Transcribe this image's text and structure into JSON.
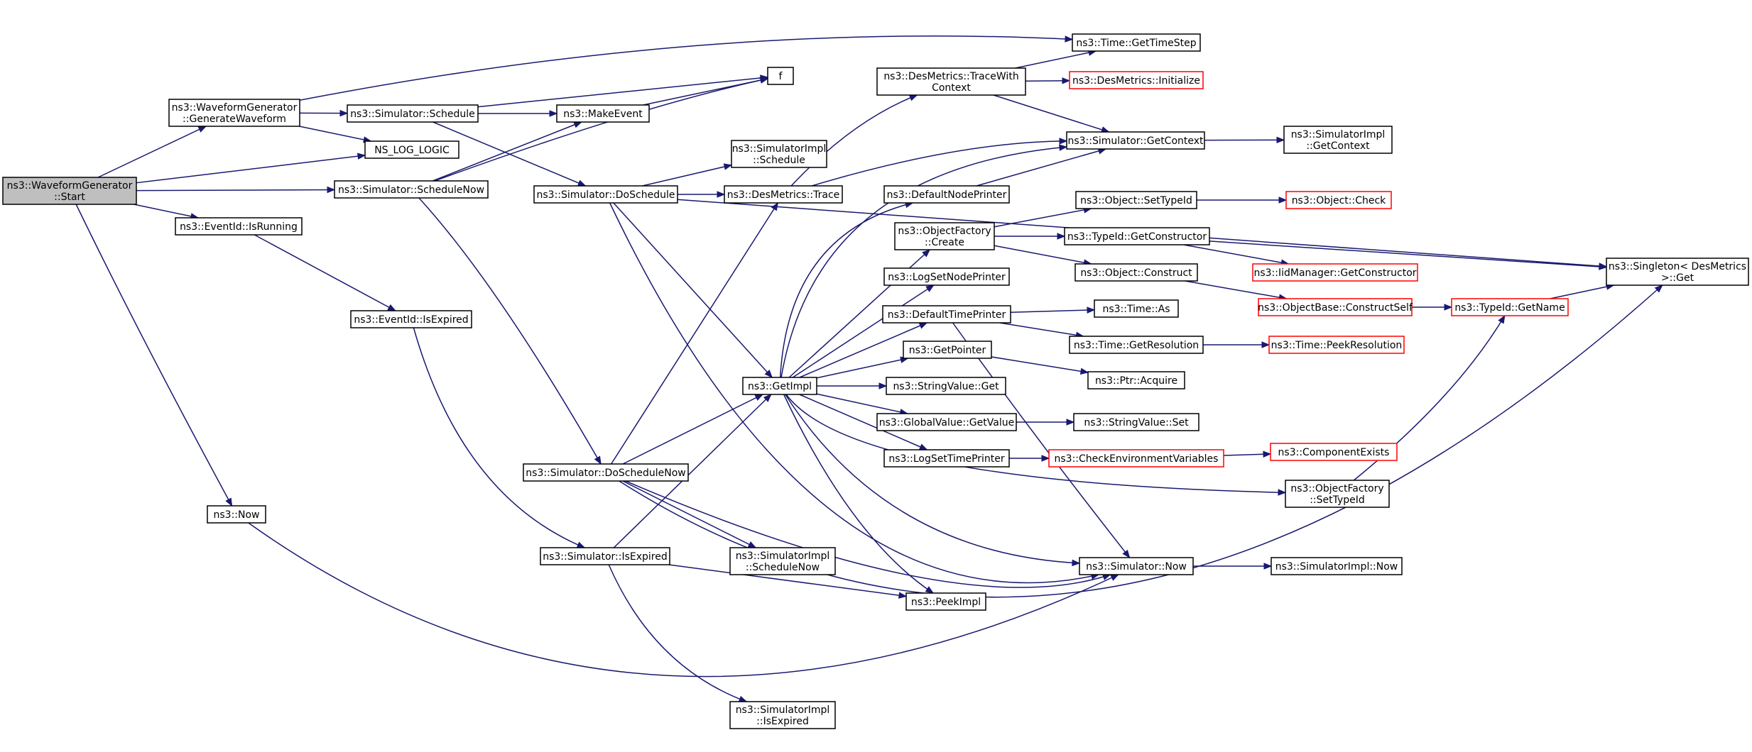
{
  "colors": {
    "edge": "#191970",
    "node_border": "#000000",
    "node_border_truncated": "#ff0000",
    "root_fill": "#bfbfbf",
    "node_fill": "#ffffff"
  },
  "nodes": [
    {
      "id": "start",
      "lines": [
        "ns3::WaveformGenerator",
        "::Start"
      ],
      "root": true
    },
    {
      "id": "genwave",
      "lines": [
        "ns3::WaveformGenerator",
        "::GenerateWaveform"
      ]
    },
    {
      "id": "nslog",
      "lines": [
        "NS_LOG_LOGIC"
      ]
    },
    {
      "id": "schednow",
      "lines": [
        "ns3::Simulator::ScheduleNow"
      ]
    },
    {
      "id": "isrunning",
      "lines": [
        "ns3::EventId::IsRunning"
      ]
    },
    {
      "id": "now",
      "lines": [
        "ns3::Now"
      ]
    },
    {
      "id": "timestep",
      "lines": [
        "ns3::Time::GetTimeStep"
      ]
    },
    {
      "id": "schedule",
      "lines": [
        "ns3::Simulator::Schedule"
      ]
    },
    {
      "id": "f",
      "lines": [
        "f"
      ]
    },
    {
      "id": "makeevent",
      "lines": [
        "ns3::MakeEvent"
      ]
    },
    {
      "id": "dosched",
      "lines": [
        "ns3::Simulator::DoSchedule"
      ]
    },
    {
      "id": "isexpired",
      "lines": [
        "ns3::EventId::IsExpired"
      ]
    },
    {
      "id": "doschednow",
      "lines": [
        "ns3::Simulator::DoScheduleNow"
      ]
    },
    {
      "id": "simexpired",
      "lines": [
        "ns3::Simulator::IsExpired"
      ]
    },
    {
      "id": "simimplschedule",
      "lines": [
        "ns3::SimulatorImpl",
        "::Schedule"
      ]
    },
    {
      "id": "destrace",
      "lines": [
        "ns3::DesMetrics::Trace"
      ]
    },
    {
      "id": "getimpl",
      "lines": [
        "ns3::GetImpl"
      ]
    },
    {
      "id": "simimplschednow",
      "lines": [
        "ns3::SimulatorImpl",
        "::ScheduleNow"
      ]
    },
    {
      "id": "simimplexpired",
      "lines": [
        "ns3::SimulatorImpl",
        "::IsExpired"
      ]
    },
    {
      "id": "tracectx",
      "lines": [
        "ns3::DesMetrics::TraceWith",
        "Context"
      ]
    },
    {
      "id": "desinit",
      "lines": [
        "ns3::DesMetrics::Initialize"
      ],
      "truncated": true
    },
    {
      "id": "getcontext",
      "lines": [
        "ns3::Simulator::GetContext"
      ]
    },
    {
      "id": "simimplgetctx",
      "lines": [
        "ns3::SimulatorImpl",
        "::GetContext"
      ]
    },
    {
      "id": "defnodeprinter",
      "lines": [
        "ns3::DefaultNodePrinter"
      ]
    },
    {
      "id": "ofcreate",
      "lines": [
        "ns3::ObjectFactory",
        "::Create"
      ]
    },
    {
      "id": "logsetnode",
      "lines": [
        "ns3::LogSetNodePrinter"
      ]
    },
    {
      "id": "deftimeprinter",
      "lines": [
        "ns3::DefaultTimePrinter"
      ]
    },
    {
      "id": "getpointer",
      "lines": [
        "ns3::GetPointer"
      ]
    },
    {
      "id": "strget",
      "lines": [
        "ns3::StringValue::Get"
      ]
    },
    {
      "id": "gvget",
      "lines": [
        "ns3::GlobalValue::GetValue"
      ]
    },
    {
      "id": "logsettime",
      "lines": [
        "ns3::LogSetTimePrinter"
      ]
    },
    {
      "id": "peekimpl",
      "lines": [
        "ns3::PeekImpl"
      ]
    },
    {
      "id": "setypeid",
      "lines": [
        "ns3::Object::SetTypeId"
      ]
    },
    {
      "id": "objcheck",
      "lines": [
        "ns3::Object::Check"
      ],
      "truncated": true
    },
    {
      "id": "getctor",
      "lines": [
        "ns3::TypeId::GetConstructor"
      ]
    },
    {
      "id": "iidgetctor",
      "lines": [
        "ns3::IidManager::GetConstructor"
      ],
      "truncated": true
    },
    {
      "id": "objconstruct",
      "lines": [
        "ns3::Object::Construct"
      ]
    },
    {
      "id": "constructself",
      "lines": [
        "ns3::ObjectBase::ConstructSelf"
      ],
      "truncated": true
    },
    {
      "id": "typeidname",
      "lines": [
        "ns3::TypeId::GetName"
      ],
      "truncated": true
    },
    {
      "id": "singleton",
      "lines": [
        "ns3::Singleton< DesMetrics",
        " >::Get"
      ]
    },
    {
      "id": "timeas",
      "lines": [
        "ns3::Time::As"
      ]
    },
    {
      "id": "timeres",
      "lines": [
        "ns3::Time::GetResolution"
      ]
    },
    {
      "id": "peekres",
      "lines": [
        "ns3::Time::PeekResolution"
      ],
      "truncated": true
    },
    {
      "id": "ptracq",
      "lines": [
        "ns3::Ptr::Acquire"
      ]
    },
    {
      "id": "strset",
      "lines": [
        "ns3::StringValue::Set"
      ]
    },
    {
      "id": "checkenv",
      "lines": [
        "ns3::CheckEnvironmentVariables"
      ],
      "truncated": true
    },
    {
      "id": "compexists",
      "lines": [
        "ns3::ComponentExists"
      ],
      "truncated": true
    },
    {
      "id": "ofsettype",
      "lines": [
        "ns3::ObjectFactory",
        "::SetTypeId"
      ]
    },
    {
      "id": "simnow",
      "lines": [
        "ns3::Simulator::Now"
      ]
    },
    {
      "id": "simimplnow",
      "lines": [
        "ns3::SimulatorImpl::Now"
      ]
    }
  ],
  "edges": [
    [
      "start",
      "genwave"
    ],
    [
      "start",
      "nslog"
    ],
    [
      "start",
      "schednow"
    ],
    [
      "start",
      "isrunning"
    ],
    [
      "start",
      "now"
    ],
    [
      "genwave",
      "timestep"
    ],
    [
      "genwave",
      "schedule"
    ],
    [
      "genwave",
      "nslog"
    ],
    [
      "schedule",
      "f"
    ],
    [
      "schedule",
      "makeevent"
    ],
    [
      "schedule",
      "dosched"
    ],
    [
      "schednow",
      "f"
    ],
    [
      "schednow",
      "makeevent"
    ],
    [
      "schednow",
      "doschednow"
    ],
    [
      "makeevent",
      "f"
    ],
    [
      "isrunning",
      "isexpired"
    ],
    [
      "isexpired",
      "simexpired"
    ],
    [
      "now",
      "simnow"
    ],
    [
      "dosched",
      "simimplschedule"
    ],
    [
      "dosched",
      "destrace"
    ],
    [
      "dosched",
      "getimpl"
    ],
    [
      "dosched",
      "simnow"
    ],
    [
      "dosched",
      "singleton"
    ],
    [
      "doschednow",
      "destrace"
    ],
    [
      "doschednow",
      "getimpl"
    ],
    [
      "doschednow",
      "simimplschednow"
    ],
    [
      "doschednow",
      "simnow"
    ],
    [
      "doschednow",
      "singleton"
    ],
    [
      "simexpired",
      "getimpl"
    ],
    [
      "simexpired",
      "peekimpl"
    ],
    [
      "simexpired",
      "simimplexpired"
    ],
    [
      "destrace",
      "tracectx"
    ],
    [
      "destrace",
      "getcontext"
    ],
    [
      "tracectx",
      "timestep"
    ],
    [
      "tracectx",
      "desinit"
    ],
    [
      "tracectx",
      "getcontext"
    ],
    [
      "getcontext",
      "simimplgetctx"
    ],
    [
      "getimpl",
      "defnodeprinter"
    ],
    [
      "getimpl",
      "ofcreate"
    ],
    [
      "getimpl",
      "logsetnode"
    ],
    [
      "getimpl",
      "deftimeprinter"
    ],
    [
      "getimpl",
      "getpointer"
    ],
    [
      "getimpl",
      "strget"
    ],
    [
      "getimpl",
      "gvget"
    ],
    [
      "getimpl",
      "logsettime"
    ],
    [
      "getimpl",
      "peekimpl"
    ],
    [
      "getimpl",
      "ofsettype"
    ],
    [
      "getimpl",
      "getcontext"
    ],
    [
      "getimpl",
      "simnow"
    ],
    [
      "defnodeprinter",
      "getcontext"
    ],
    [
      "ofcreate",
      "setypeid"
    ],
    [
      "ofcreate",
      "getctor"
    ],
    [
      "ofcreate",
      "objconstruct"
    ],
    [
      "setypeid",
      "objcheck"
    ],
    [
      "getctor",
      "iidgetctor"
    ],
    [
      "getctor",
      "singleton"
    ],
    [
      "objconstruct",
      "constructself"
    ],
    [
      "constructself",
      "typeidname"
    ],
    [
      "typeidname",
      "singleton"
    ],
    [
      "deftimeprinter",
      "timeas"
    ],
    [
      "deftimeprinter",
      "timeres"
    ],
    [
      "deftimeprinter",
      "simnow"
    ],
    [
      "timeres",
      "peekres"
    ],
    [
      "getpointer",
      "ptracq"
    ],
    [
      "gvget",
      "strset"
    ],
    [
      "logsettime",
      "checkenv"
    ],
    [
      "checkenv",
      "compexists"
    ],
    [
      "ofsettype",
      "typeidname"
    ],
    [
      "simnow",
      "simimplnow"
    ]
  ]
}
